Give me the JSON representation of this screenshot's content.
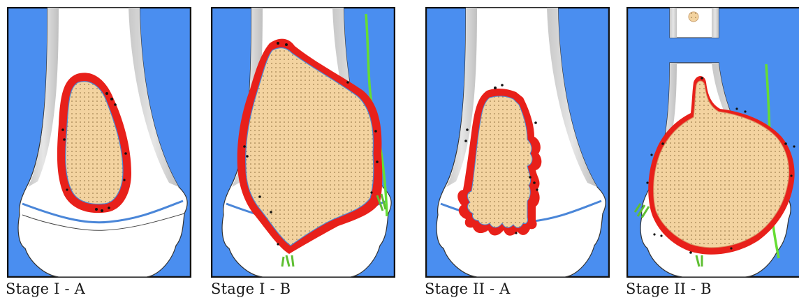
{
  "figure": {
    "panels": [
      {
        "caption": "Stage I - A"
      },
      {
        "caption": "Stage I - B"
      },
      {
        "caption": "Stage II - A"
      },
      {
        "caption": "Stage II - B"
      }
    ]
  },
  "colors": {
    "background": "#4a8ef0",
    "bone": "#ffffff",
    "cortex": "#cfcfcf",
    "tumor_fill": "#f3d3a0",
    "tumor_border": "#e8201a",
    "growth_plate": "#4a86d8",
    "neurovascular": "#66dd33",
    "frame": "#111111"
  }
}
